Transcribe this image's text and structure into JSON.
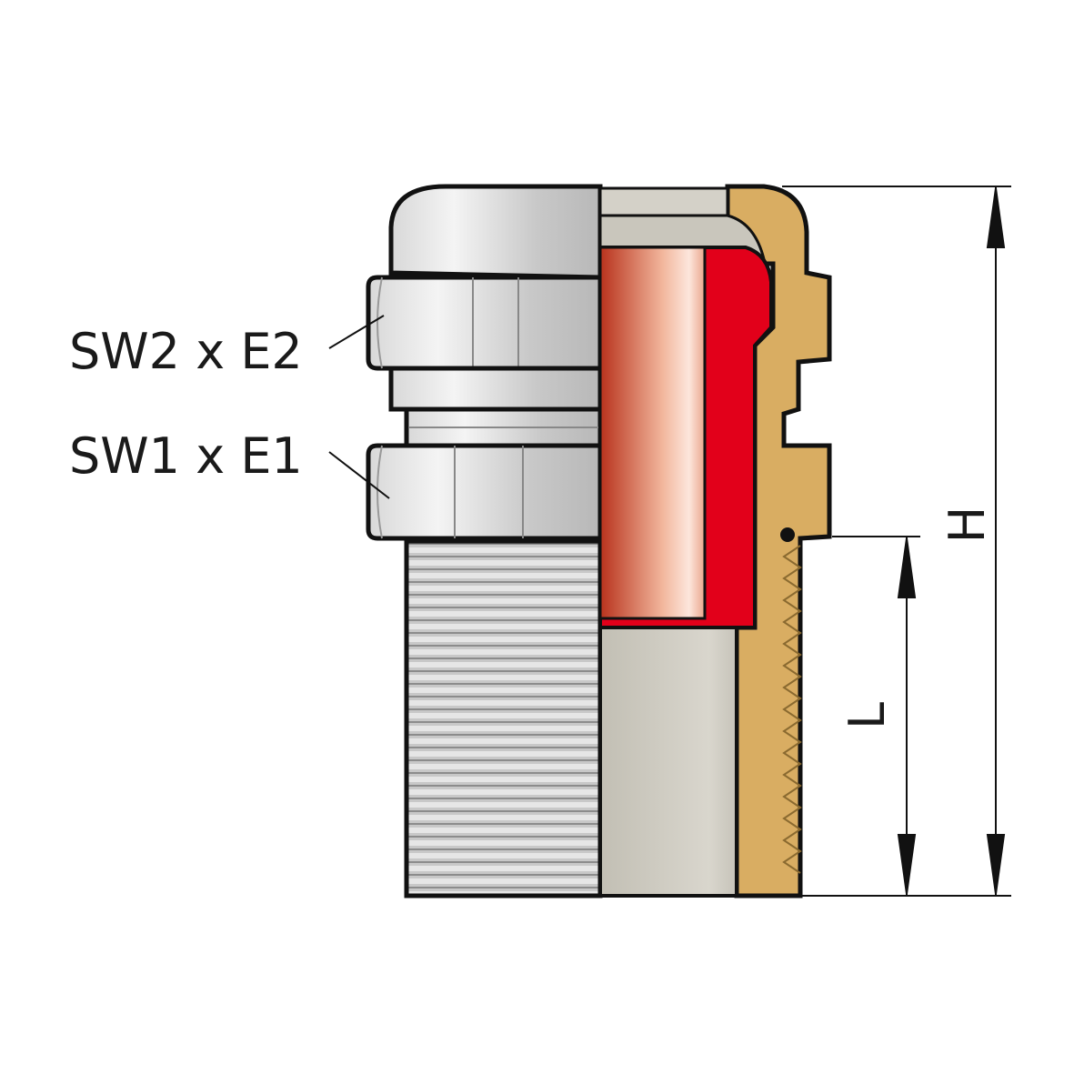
{
  "labels": {
    "sw2": "SW2 x E2",
    "sw1": "SW1 x E1"
  },
  "dimensions": {
    "height": "H",
    "length": "L"
  },
  "colors": {
    "brass": "#d9ad62",
    "seal_red": "#e2001a",
    "copper": "#d97a58",
    "silver": "#cfcfcf",
    "gray_insert": "#c9c6bc",
    "outline": "#111111"
  }
}
